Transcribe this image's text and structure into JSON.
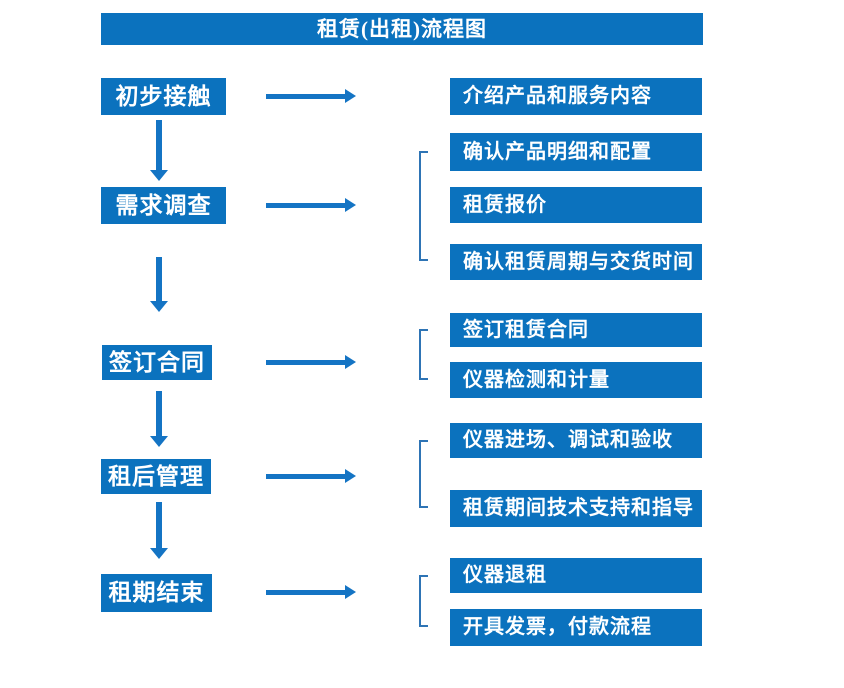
{
  "title": "租赁(出租)流程图",
  "colors": {
    "box_blue": "#0B72BE",
    "arrow_blue": "#1474C4",
    "bracket_blue": "#2E74B5",
    "text_white": "#FFFFFF"
  },
  "flow": {
    "steps": [
      {
        "label": "初步接触",
        "outputs": [
          "介绍产品和服务内容"
        ]
      },
      {
        "label": "需求调查",
        "outputs": [
          "确认产品明细和配置",
          "租赁报价",
          "确认租赁周期与交货时间"
        ]
      },
      {
        "label": "签订合同",
        "outputs": [
          "签订租赁合同",
          "仪器检测和计量"
        ]
      },
      {
        "label": "租后管理",
        "outputs": [
          "仪器进场、调试和验收",
          "租赁期间技术支持和指导"
        ]
      },
      {
        "label": "租期结束",
        "outputs": [
          "仪器退租",
          "开具发票，付款流程"
        ]
      }
    ]
  }
}
